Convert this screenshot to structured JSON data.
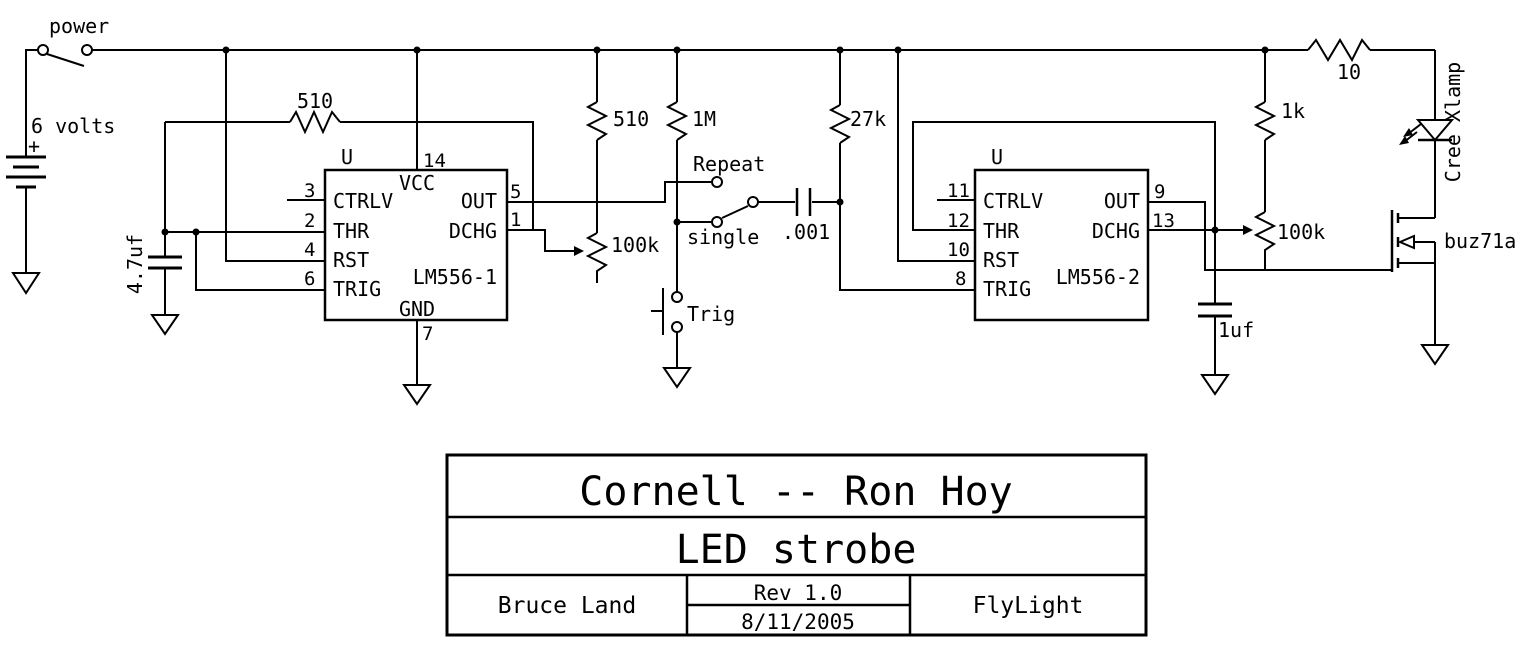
{
  "schematic": {
    "power_switch": {
      "label": "power"
    },
    "battery": {
      "label": "6 volts",
      "plus": "+"
    },
    "resistors": {
      "r510_top": "510",
      "r510_vert": "510",
      "r1m": "1M",
      "r27k": "27k",
      "r1k": "1k",
      "r10": "10"
    },
    "pots": {
      "pot1": "100k",
      "pot2": "100k"
    },
    "caps": {
      "c47uf": "4.7uf",
      "c001": ".001",
      "c1uf": "1uf"
    },
    "mode_switch": {
      "repeat": "Repeat",
      "single": "single"
    },
    "trig_button": {
      "label": "Trig"
    },
    "led": {
      "label": "Cree Xlamp"
    },
    "mosfet": {
      "label": "buz71a"
    },
    "ic1": {
      "ref": "U",
      "part": "LM556-1",
      "pin_ctrlv": "CTRLV",
      "pin_thr": "THR",
      "pin_rst": "RST",
      "pin_trig": "TRIG",
      "pin_vcc": "VCC",
      "pin_gnd": "GND",
      "pin_out": "OUT",
      "pin_dchg": "DCHG",
      "n_ctrlv": "3",
      "n_thr": "2",
      "n_rst": "4",
      "n_trig": "6",
      "n_vcc": "14",
      "n_gnd": "7",
      "n_out": "5",
      "n_dchg": "1"
    },
    "ic2": {
      "ref": "U",
      "part": "LM556-2",
      "pin_ctrlv": "CTRLV",
      "pin_thr": "THR",
      "pin_rst": "RST",
      "pin_trig": "TRIG",
      "pin_out": "OUT",
      "pin_dchg": "DCHG",
      "n_ctrlv": "11",
      "n_thr": "12",
      "n_rst": "10",
      "n_trig": "8",
      "n_out": "9",
      "n_dchg": "13"
    }
  },
  "title_block": {
    "title": "Cornell -- Ron Hoy",
    "subtitle": "LED strobe",
    "author": "Bruce Land",
    "revision": "Rev 1.0",
    "date": "8/11/2005",
    "project": "FlyLight"
  },
  "colors": {
    "ink": "#000000",
    "background": "#ffffff"
  }
}
